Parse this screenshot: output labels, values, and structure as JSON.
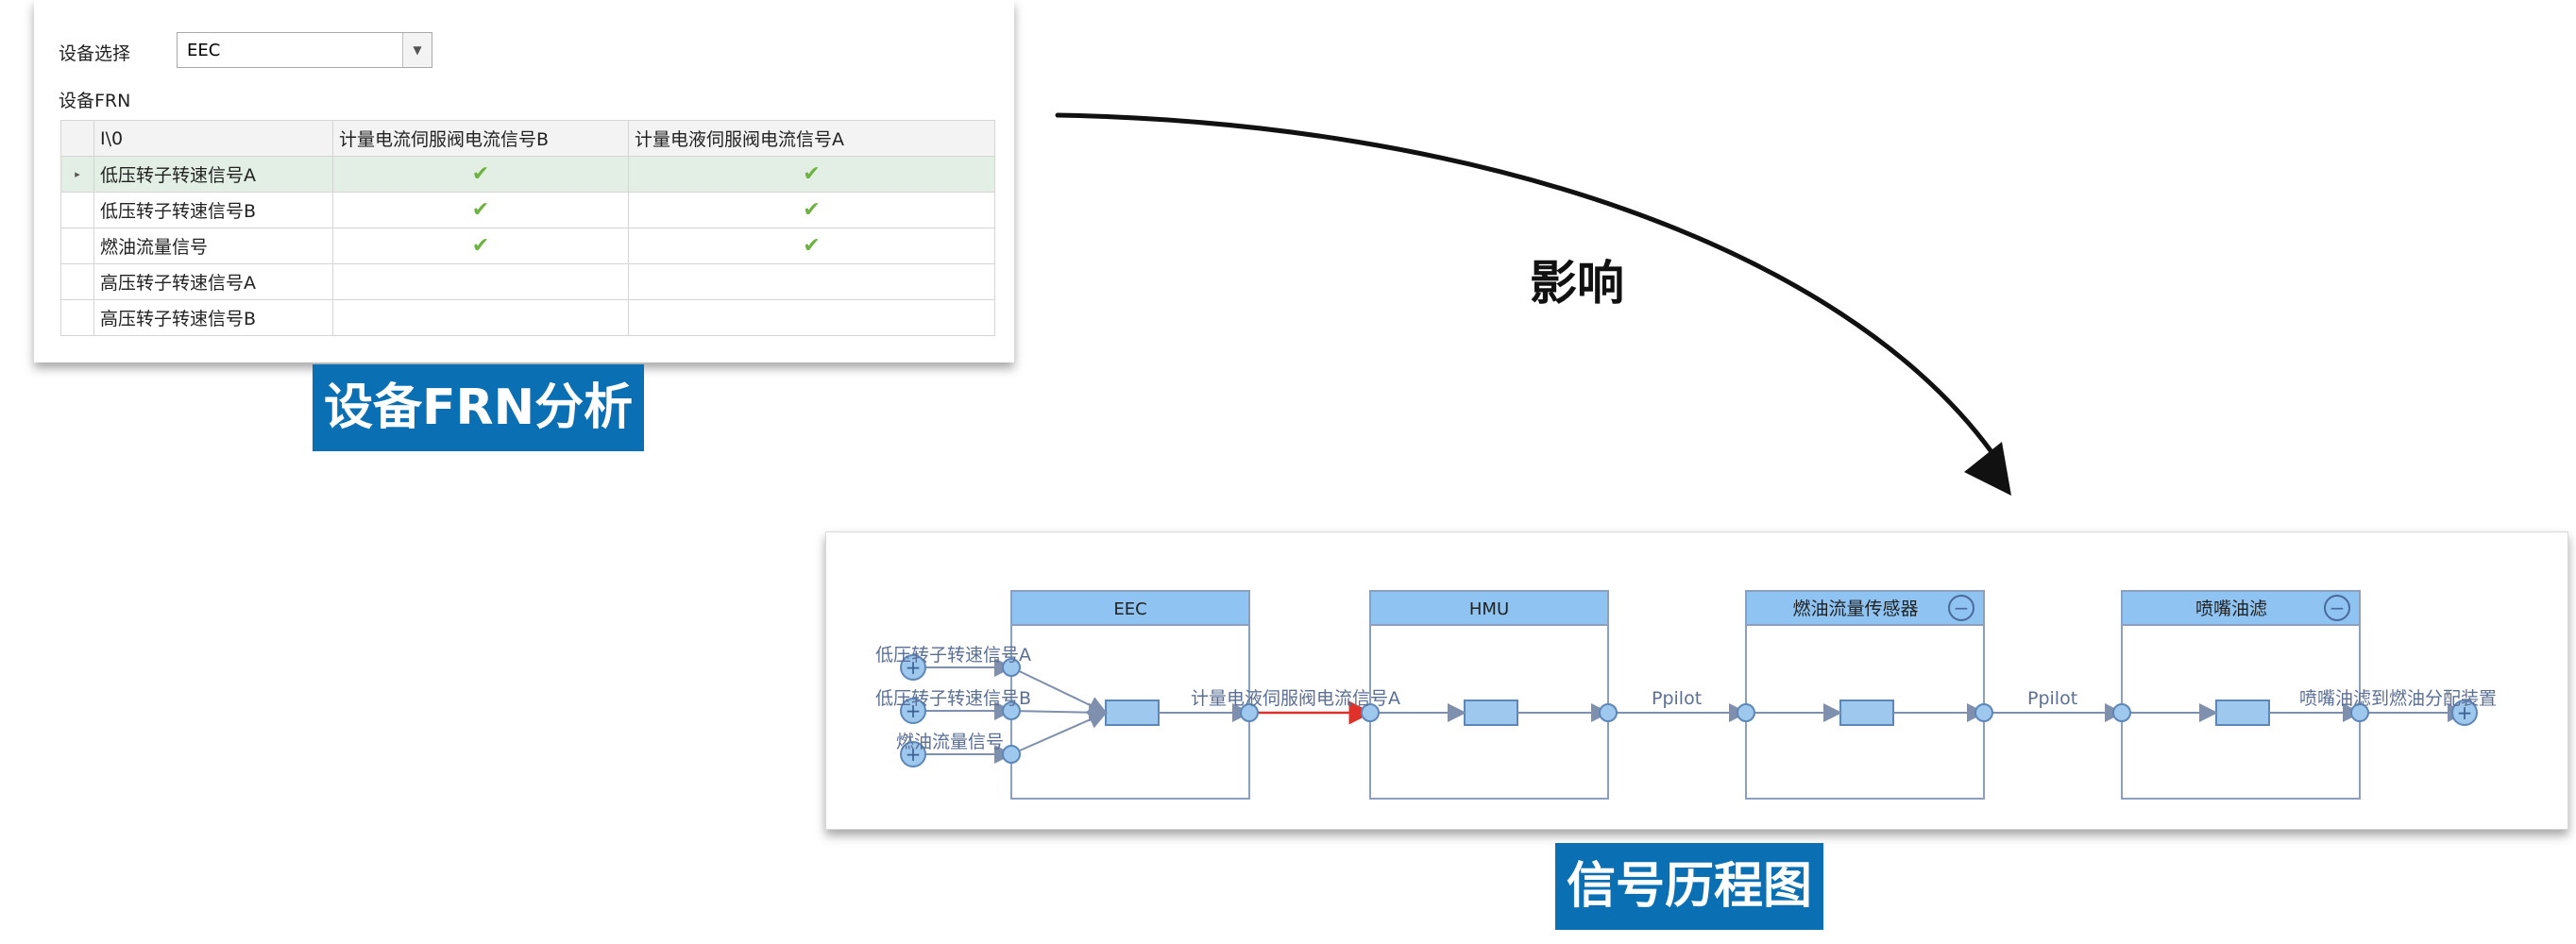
{
  "frn_panel": {
    "device_select_label": "设备选择",
    "device_select_value": "EEC",
    "frn_label": "设备FRN",
    "table": {
      "headers": [
        "I\\0",
        "计量电流伺服阀电流信号B",
        "计量电液伺服阀电流信号A"
      ],
      "rows": [
        {
          "label": "低压转子转速信号A",
          "b": "✔",
          "a": "✔",
          "selected": true
        },
        {
          "label": "低压转子转速信号B",
          "b": "✔",
          "a": "✔",
          "selected": false
        },
        {
          "label": "燃油流量信号",
          "b": "✔",
          "a": "✔",
          "selected": false
        },
        {
          "label": "高压转子转速信号A",
          "b": "",
          "a": "",
          "selected": false
        },
        {
          "label": "高压转子转速信号B",
          "b": "",
          "a": "",
          "selected": false
        }
      ],
      "selected_row_marker": "▸"
    }
  },
  "tag_frn": "设备FRN分析",
  "arrow_label": "影响",
  "tag_signal": "信号历程图",
  "diagram": {
    "boxes": [
      {
        "title": "EEC",
        "collapse": ""
      },
      {
        "title": "HMU",
        "collapse": ""
      },
      {
        "title": "燃油流量传感器",
        "collapse": "−"
      },
      {
        "title": "喷嘴油滤",
        "collapse": "−"
      }
    ],
    "inputs": [
      "低压转子转速信号A",
      "低压转子转速信号B",
      "燃油流量信号"
    ],
    "links": [
      "计量电液伺服阀电流信号A",
      "Ppilot",
      "Ppilot"
    ],
    "output": "喷嘴油滤到燃油分配装置",
    "plus_symbol": "+",
    "colors": {
      "box_header": "#8ec3f2",
      "node": "#9fc8ee",
      "line": "#7f8fae",
      "highlight": "#e0302a"
    }
  }
}
